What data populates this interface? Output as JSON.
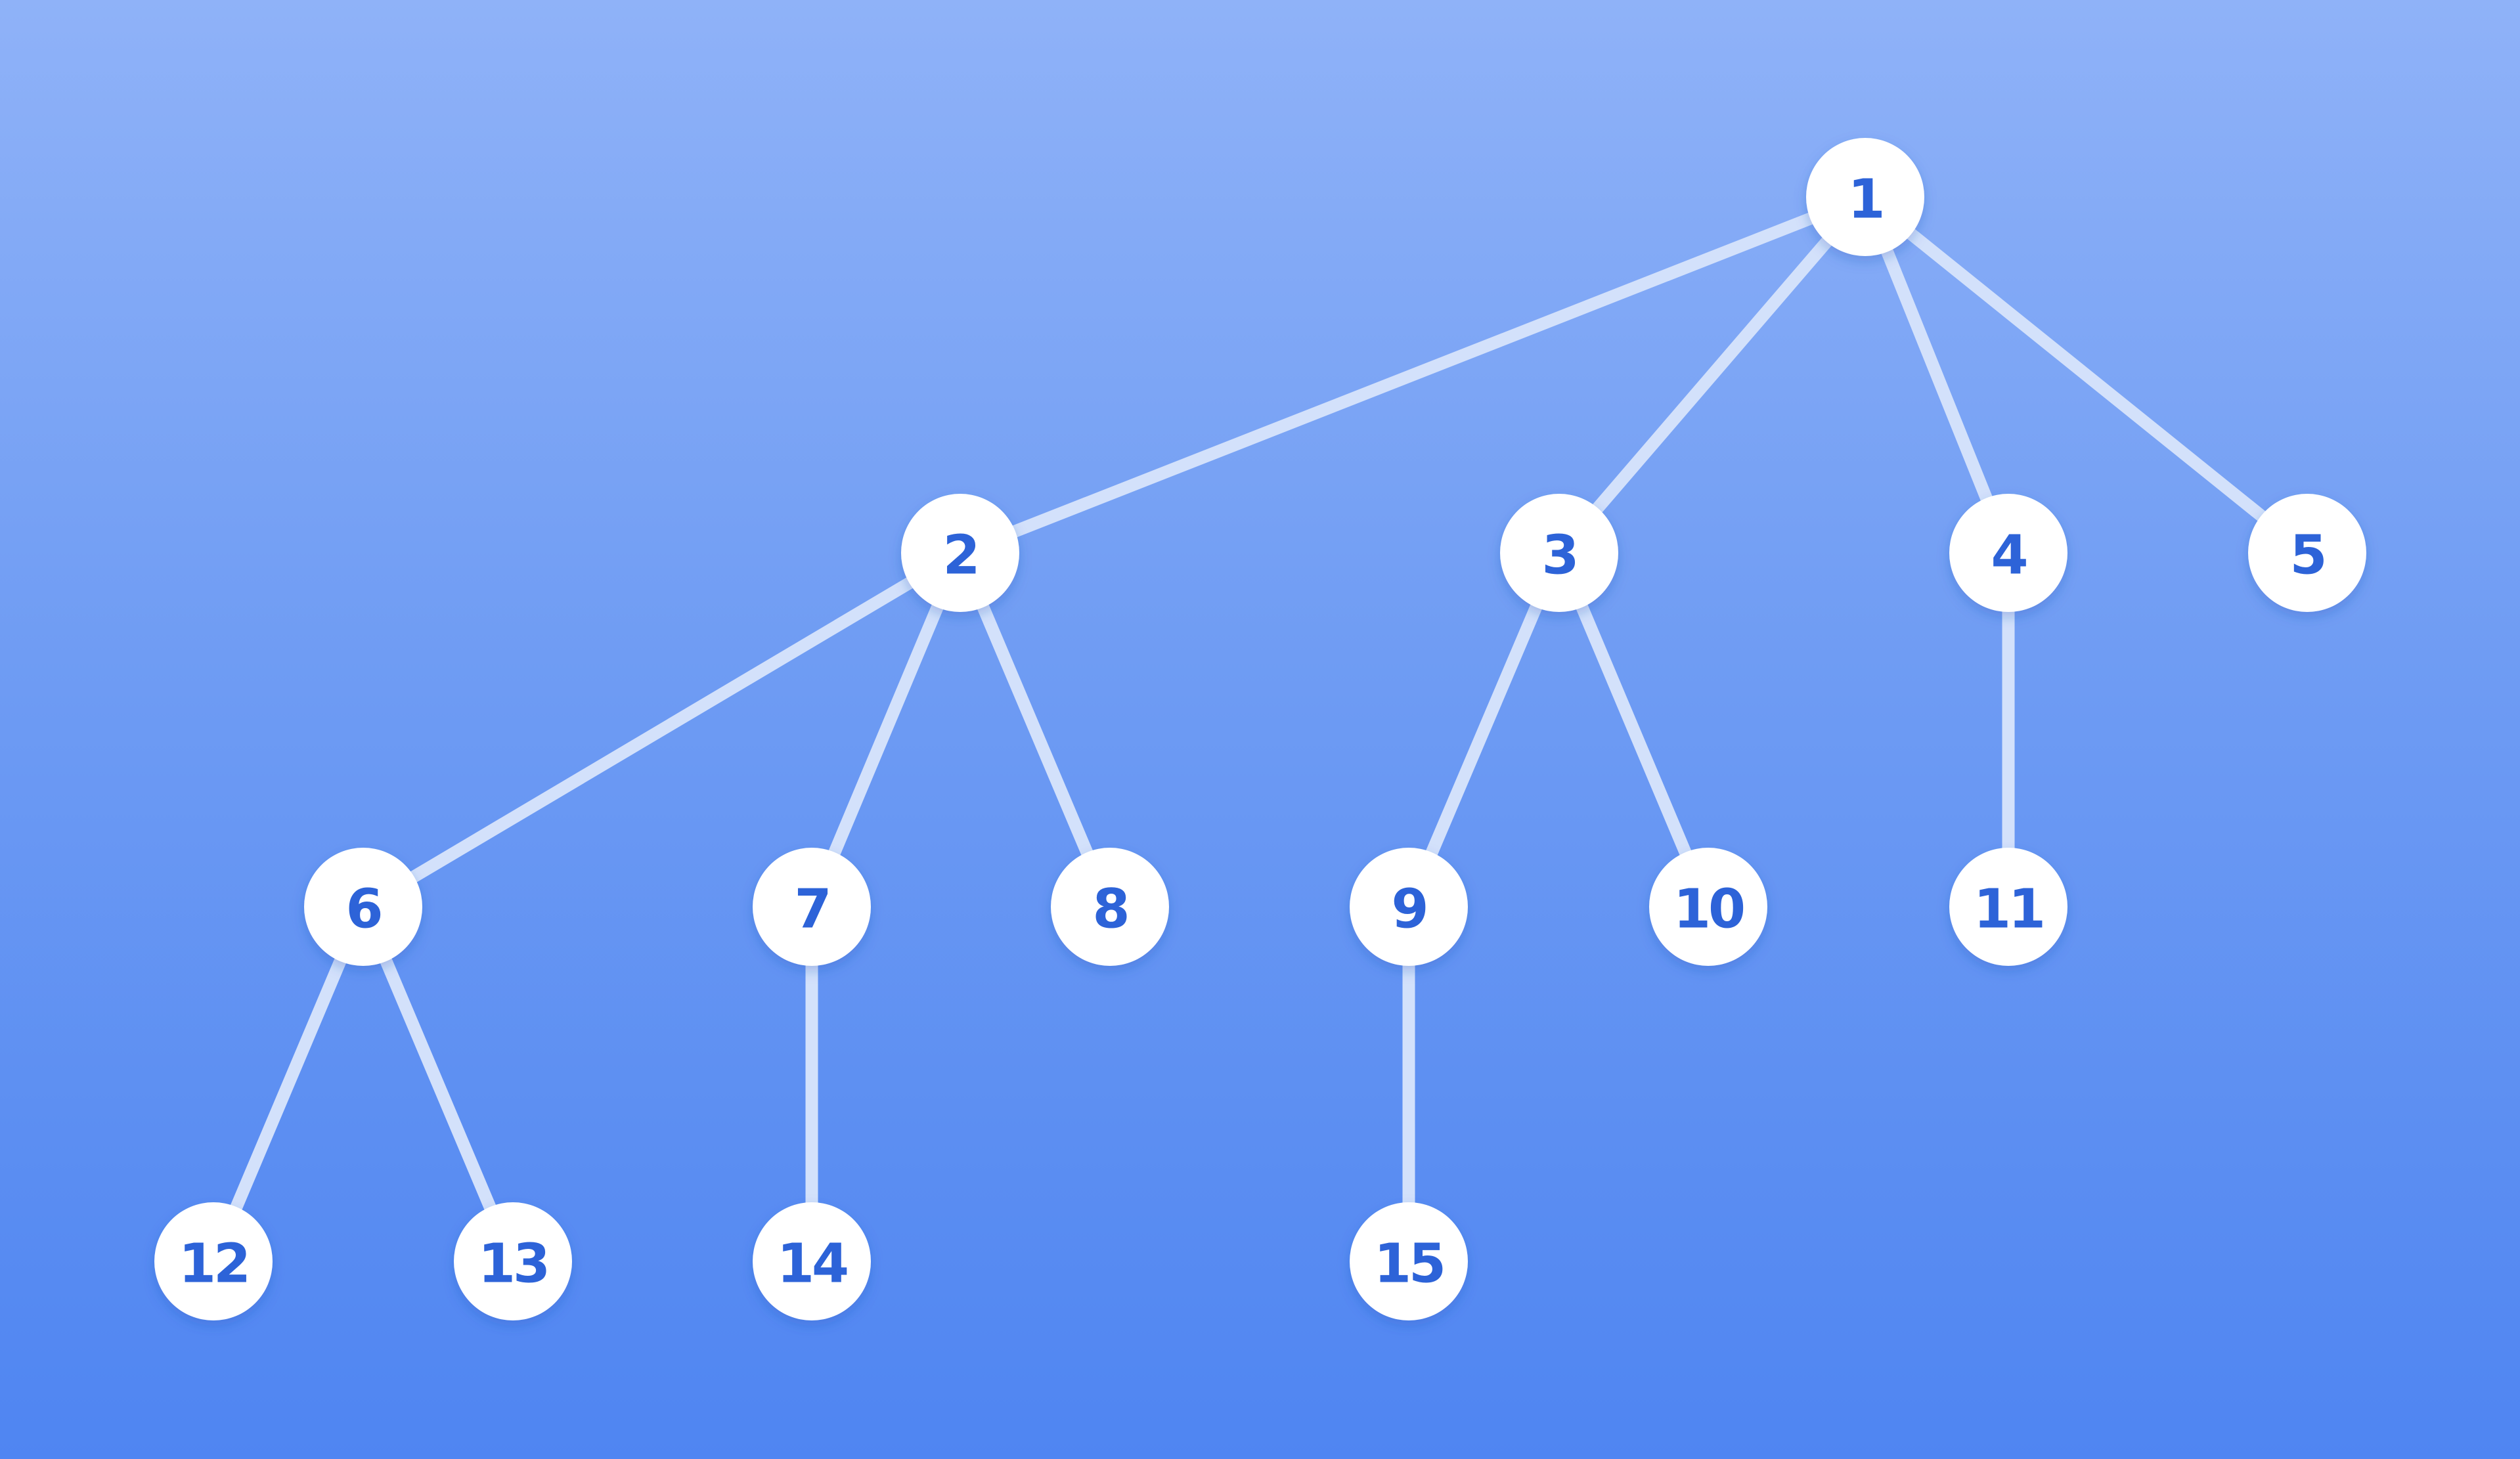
{
  "tree": {
    "colors": {
      "node_fill": "#ffffff",
      "node_text": "#2d63d8",
      "edge": "#d3e1fb",
      "background_top": "#8fb2f8",
      "background_bottom": "#4f85f2"
    },
    "nodes": [
      {
        "id": "1",
        "label": "1",
        "level": 0
      },
      {
        "id": "2",
        "label": "2",
        "level": 1
      },
      {
        "id": "3",
        "label": "3",
        "level": 1
      },
      {
        "id": "4",
        "label": "4",
        "level": 1
      },
      {
        "id": "5",
        "label": "5",
        "level": 1
      },
      {
        "id": "6",
        "label": "6",
        "level": 2
      },
      {
        "id": "7",
        "label": "7",
        "level": 2
      },
      {
        "id": "8",
        "label": "8",
        "level": 2
      },
      {
        "id": "9",
        "label": "9",
        "level": 2
      },
      {
        "id": "10",
        "label": "10",
        "level": 2
      },
      {
        "id": "11",
        "label": "11",
        "level": 2
      },
      {
        "id": "12",
        "label": "12",
        "level": 3
      },
      {
        "id": "13",
        "label": "13",
        "level": 3
      },
      {
        "id": "14",
        "label": "14",
        "level": 3
      },
      {
        "id": "15",
        "label": "15",
        "level": 3
      }
    ],
    "edges": [
      [
        "1",
        "2"
      ],
      [
        "1",
        "3"
      ],
      [
        "1",
        "4"
      ],
      [
        "1",
        "5"
      ],
      [
        "2",
        "6"
      ],
      [
        "2",
        "7"
      ],
      [
        "2",
        "8"
      ],
      [
        "3",
        "9"
      ],
      [
        "3",
        "10"
      ],
      [
        "4",
        "11"
      ],
      [
        "6",
        "12"
      ],
      [
        "6",
        "13"
      ],
      [
        "7",
        "14"
      ],
      [
        "9",
        "15"
      ]
    ]
  }
}
